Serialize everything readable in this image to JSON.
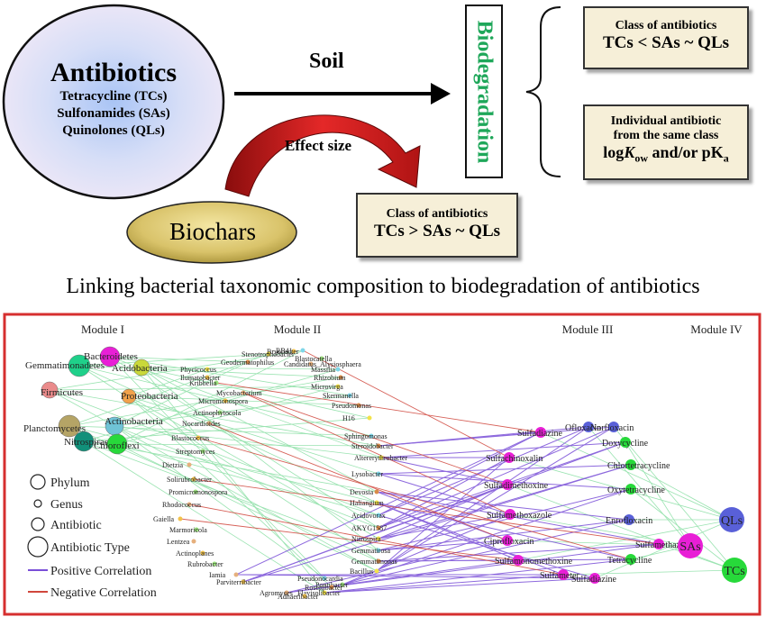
{
  "top": {
    "antibiotics": {
      "title": "Antibiotics",
      "lines": [
        "Tetracycline (TCs)",
        "Sulfonamides (SAs)",
        "Quinolones (QLs)"
      ]
    },
    "soil_label": "Soil",
    "effect_label": "Effect size",
    "biochars_label": "Biochars",
    "biodegradation_label": "Biodegradation",
    "box_class_top": {
      "line1": "Class of antibiotics",
      "line2": "TCs < SAs ~ QLs"
    },
    "box_individual": {
      "line1": "Individual antibiotic",
      "line2": "from the same class",
      "line3_pre": "log",
      "line3_k": "K",
      "line3_sub": "ow",
      "line3_mid": " and/or pK",
      "line3_sub2": "a"
    },
    "box_class_bottom": {
      "line1": "Class of antibiotics",
      "line2": "TCs > SAs ~ QLs"
    }
  },
  "subtitle": "Linking bacterial taxonomic composition to biodegradation of antibiotics",
  "network": {
    "modules": [
      "Module I",
      "Module II",
      "Module III",
      "Module IV"
    ],
    "legend": {
      "phylum": "Phylum",
      "genus": "Genus",
      "antibiotic": "Antibiotic",
      "antibiotic_type": "Antibiotic Type",
      "positive": "Positive Correlation",
      "negative": "Negative Correlation",
      "positive_color": "#7a4fd8",
      "negative_color": "#d0463c"
    },
    "phyla": [
      "Gemmatimonadetes",
      "Bacteroidetes",
      "Acidobacteria",
      "Firmicutes",
      "Proteobacteria",
      "Planctomycetes",
      "Actinobacteria",
      "Nitrospirae",
      "Chloroflexi"
    ],
    "genera": [
      "Stenotrophobacter",
      "Bryobacter",
      "RB41",
      "Blastocatella",
      "Geodermatophilus",
      "Candidatus_Alysiosphaera",
      "Phycicoccus",
      "Ilumatobacter",
      "Massilia",
      "Kribbella",
      "Rhizobium",
      "Mycobacterium",
      "Microvirga",
      "Micromonospora",
      "Skermanella",
      "Actinophytocola",
      "Pseudomonas",
      "Nocardioides",
      "H16",
      "Blastococcus",
      "Sphingomonas",
      "Streptomyces",
      "Steroidobacter",
      "Dietzia",
      "Altererythrobacter",
      "Solirubrobacter",
      "Lysobacter",
      "Promicromonospora",
      "Devosia",
      "Rhodococcus",
      "Haliangium",
      "Gaiella",
      "Acidovorax",
      "Marmoricola",
      "AKYG1587",
      "Lentzea",
      "Nitrospira",
      "Actinoplanes",
      "Gemmatirosa",
      "Rubrobacter",
      "Gemmatimonas",
      "Iamia",
      "Bacillus",
      "Parviterribacter",
      "Pseudonocardia",
      "Pontibacter",
      "Rosettibacter",
      "Agromyces",
      "Flavisolibacter",
      "Adhaeribacter"
    ],
    "antibiotics": [
      "Sulfadiazine",
      "Ofloxacin",
      "Norfloxacin",
      "Sulfachinoxalin",
      "Doxycycline",
      "Sulfadimethoxine",
      "Chlortetracycline",
      "Sulfamethoxazole",
      "Oxytetracycline",
      "Enrofloxacin",
      "Ciprofloxacin",
      "Sulfamethazine",
      "Sulfamonomethoxine",
      "Tetracycline",
      "Sulfameter",
      "Sulfadiazine"
    ],
    "types": [
      "QLs",
      "SAs",
      "TCs"
    ],
    "colors": {
      "frame": "#d62f2f",
      "qls": "#5960d8",
      "sas": "#e81fd6",
      "tcs": "#27d93a",
      "green_link": "#8fe0a8",
      "purple_link": "#7a4fd8",
      "red_link": "#d0463c"
    }
  }
}
